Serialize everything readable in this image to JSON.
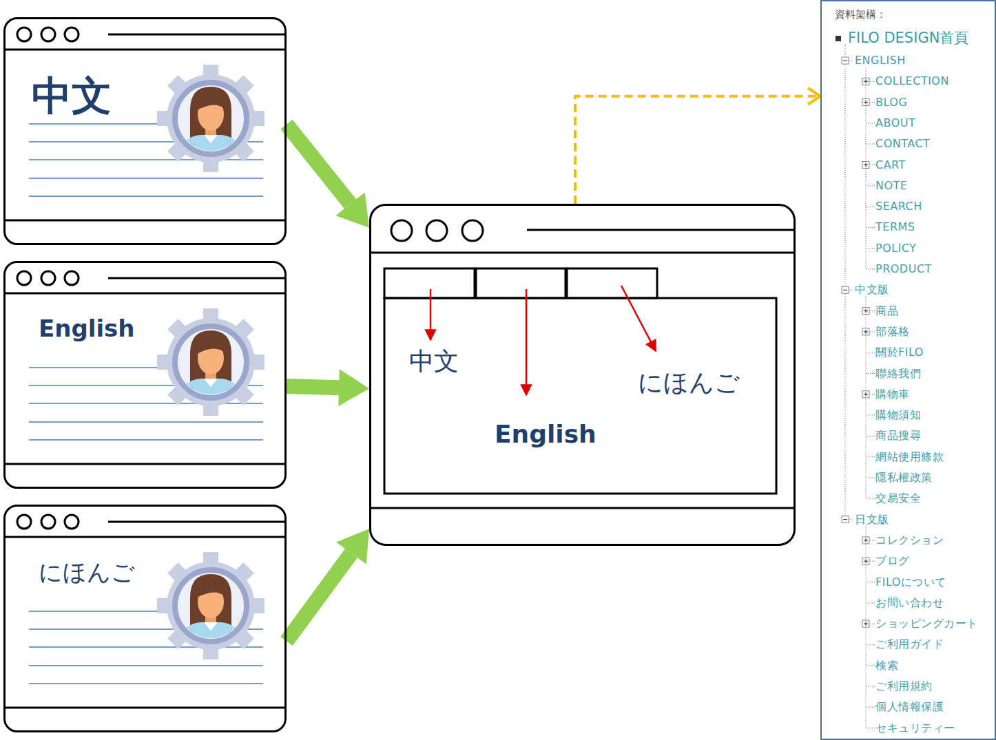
{
  "diagram": {
    "nodes": [
      {
        "text": [
          "中文"
        ]
      },
      {
        "text": [
          "English"
        ]
      },
      {
        "text": [
          "にほんご"
        ]
      },
      {
        "text": [
          "中文",
          "English",
          "にほんご"
        ]
      },
      {
        "text": [
          "資料架構："
        ]
      }
    ],
    "edges": [
      {
        "from": 0,
        "to": 3,
        "arrow": "to"
      },
      {
        "from": 1,
        "to": 3,
        "arrow": "to"
      },
      {
        "from": 2,
        "to": 3,
        "arrow": "to"
      },
      {
        "from": 3,
        "to": 4,
        "arrow": "to"
      }
    ],
    "labels": [
      "FILO DESIGN首頁",
      "ENGLISH",
      "COLLECTION",
      "BLOG",
      "ABOUT",
      "CONTACT",
      "CART",
      "NOTE",
      "SEARCH",
      "TERMS",
      "POLICY",
      "PRODUCT",
      "中文版",
      "商品",
      "部落格",
      "關於FILO",
      "聯絡我們",
      "購物車",
      "購物須知",
      "商品搜尋",
      "網站使用條款",
      "隱私權政策",
      "交易安全",
      "日文版",
      "コレクション",
      "ブログ",
      "FILOについて",
      "お問い合わせ",
      "ショッピングカート",
      "ご利用ガイド",
      "検索",
      "ご利用規約",
      "個人情報保護",
      "セキュリティー"
    ]
  }
}
